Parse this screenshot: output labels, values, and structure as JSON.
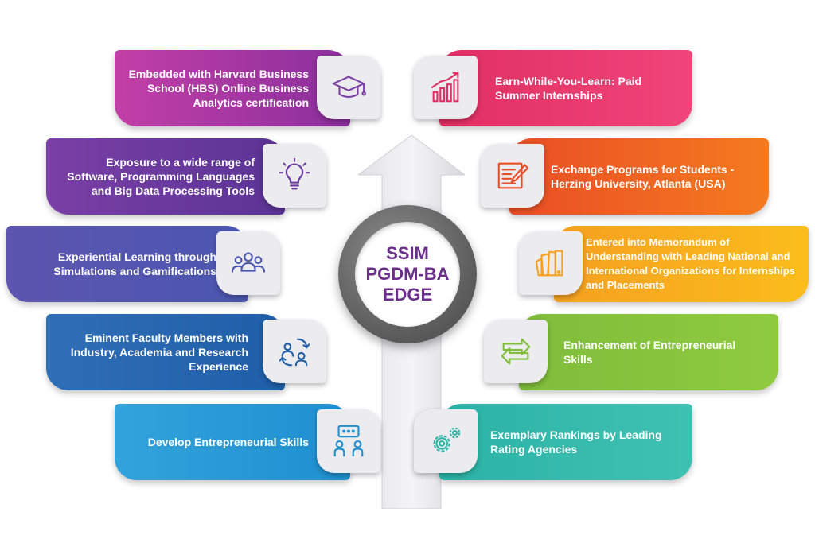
{
  "center": {
    "line1": "SSIM",
    "line2": "PGDM-BA",
    "line3": "EDGE",
    "text_color": "#6b2e8a"
  },
  "left_items": [
    {
      "text": "Embedded with Harvard Business School (HBS) Online Business Analytics certification",
      "icon": "graduation-cap-icon",
      "color_from": "#c23fa7",
      "color_to": "#8a2f9c"
    },
    {
      "text": "Exposure to a wide range of Software, Programming Languages and Big Data Processing Tools",
      "icon": "lightbulb-icon",
      "color_from": "#7b3fa6",
      "color_to": "#5a3495"
    },
    {
      "text": "Experiential Learning through Simulations and Gamifications",
      "icon": "group-people-icon",
      "color_from": "#5d55b0",
      "color_to": "#4b57b0"
    },
    {
      "text": "Eminent Faculty Members with Industry, Academia and Research Experience",
      "icon": "people-exchange-icon",
      "color_from": "#2f6fb7",
      "color_to": "#1f5ea8"
    },
    {
      "text": "Develop Entrepreneurial Skills",
      "icon": "presentation-icon",
      "color_from": "#33a3dc",
      "color_to": "#1e8fd0"
    }
  ],
  "right_items": [
    {
      "text": "Earn-While-You-Learn: Paid Summer Internships",
      "icon": "growth-chart-icon",
      "color_from": "#e02f64",
      "color_to": "#f0457a"
    },
    {
      "text": "Exchange Programs for Students - Herzing University, Atlanta (USA)",
      "icon": "document-pen-icon",
      "color_from": "#e94e25",
      "color_to": "#f47a1f"
    },
    {
      "text": "Entered into Memorandum of Understanding with Leading National and International Organizations for Internships and Placements",
      "icon": "swatches-icon",
      "color_from": "#f5a020",
      "color_to": "#fbbd1c"
    },
    {
      "text": "Enhancement of Entrepreneurial Skills",
      "icon": "exchange-arrows-icon",
      "color_from": "#7fbd3b",
      "color_to": "#8fca3f"
    },
    {
      "text": "Exemplary Rankings by Leading Rating Agencies",
      "icon": "gears-icon",
      "color_from": "#2bb3a6",
      "color_to": "#3fc1b2"
    }
  ]
}
